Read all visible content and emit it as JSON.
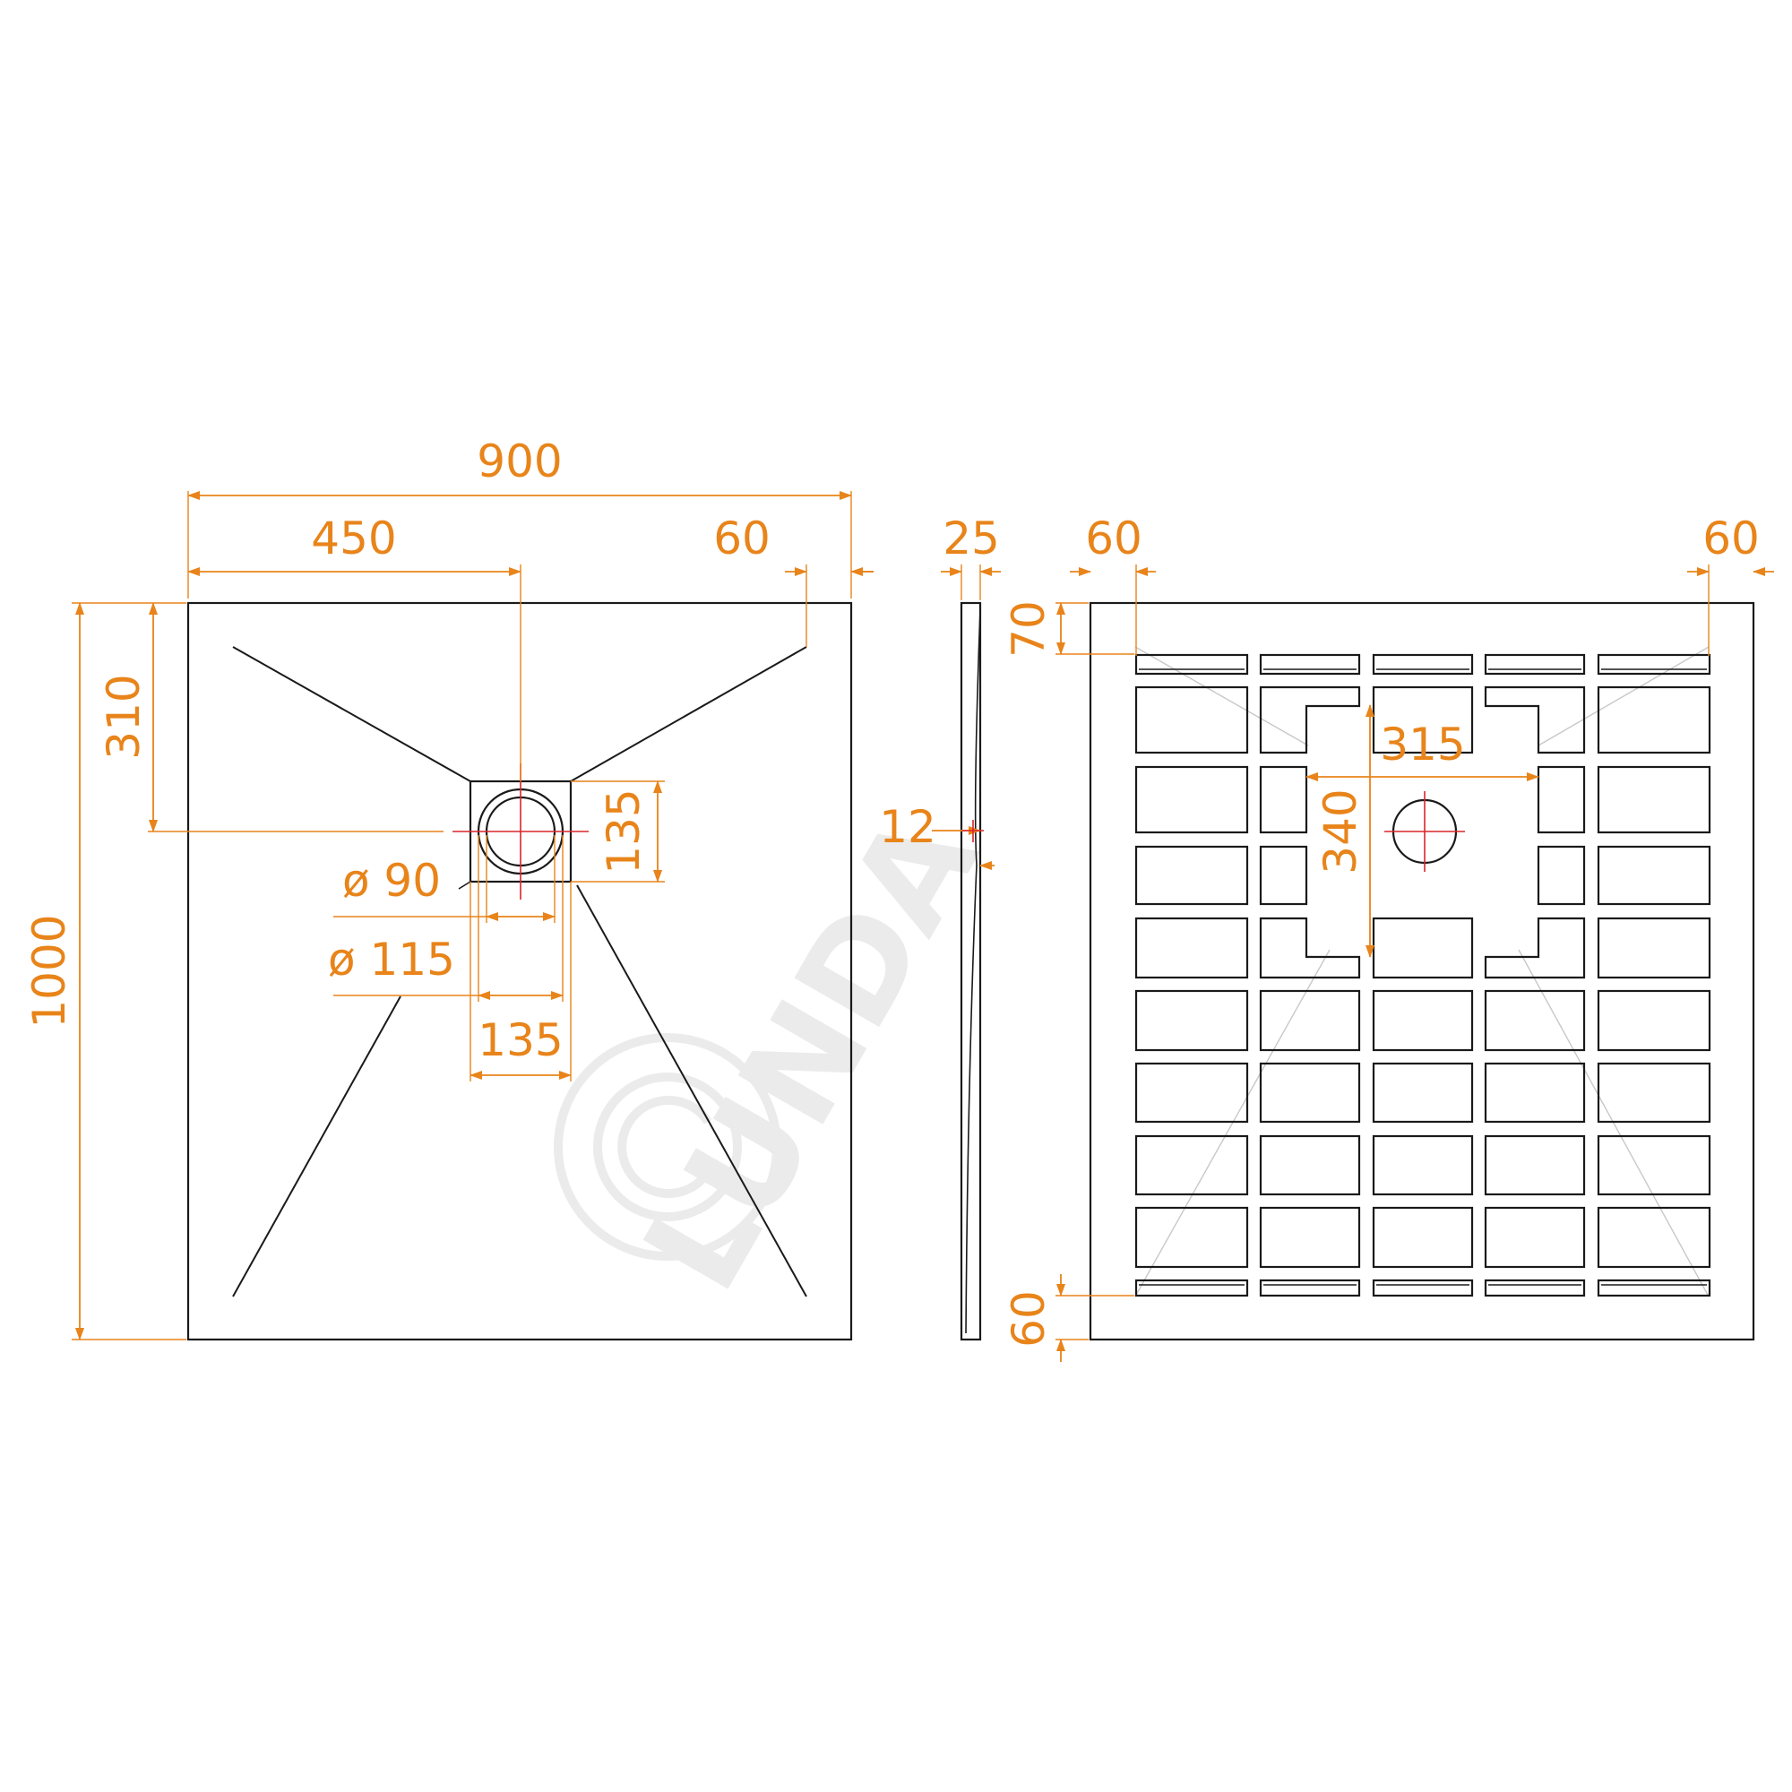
{
  "colors": {
    "outline": "#1a1a1a",
    "dimension": "#e8841a",
    "center_mark": "#d9262a",
    "watermark": "#ebebeb"
  },
  "watermark": {
    "text": "LUNDA",
    "icon": "copyright-circle-icon"
  },
  "top_view": {
    "width": "900",
    "drain_offset_x": "450",
    "corner_x": "60",
    "length": "1000",
    "drain_offset_y": "310",
    "drain_grate_height": "135",
    "drain_grate_width": "135",
    "drain_inner_diameter": "ø 90",
    "drain_outer_diameter": "ø 115"
  },
  "side_view": {
    "thickness": "25",
    "edge_height": "12"
  },
  "bottom_view": {
    "margin_left": "60",
    "margin_right": "60",
    "margin_top": "70",
    "margin_bottom": "60",
    "cutout_width": "315",
    "cutout_height": "340"
  }
}
